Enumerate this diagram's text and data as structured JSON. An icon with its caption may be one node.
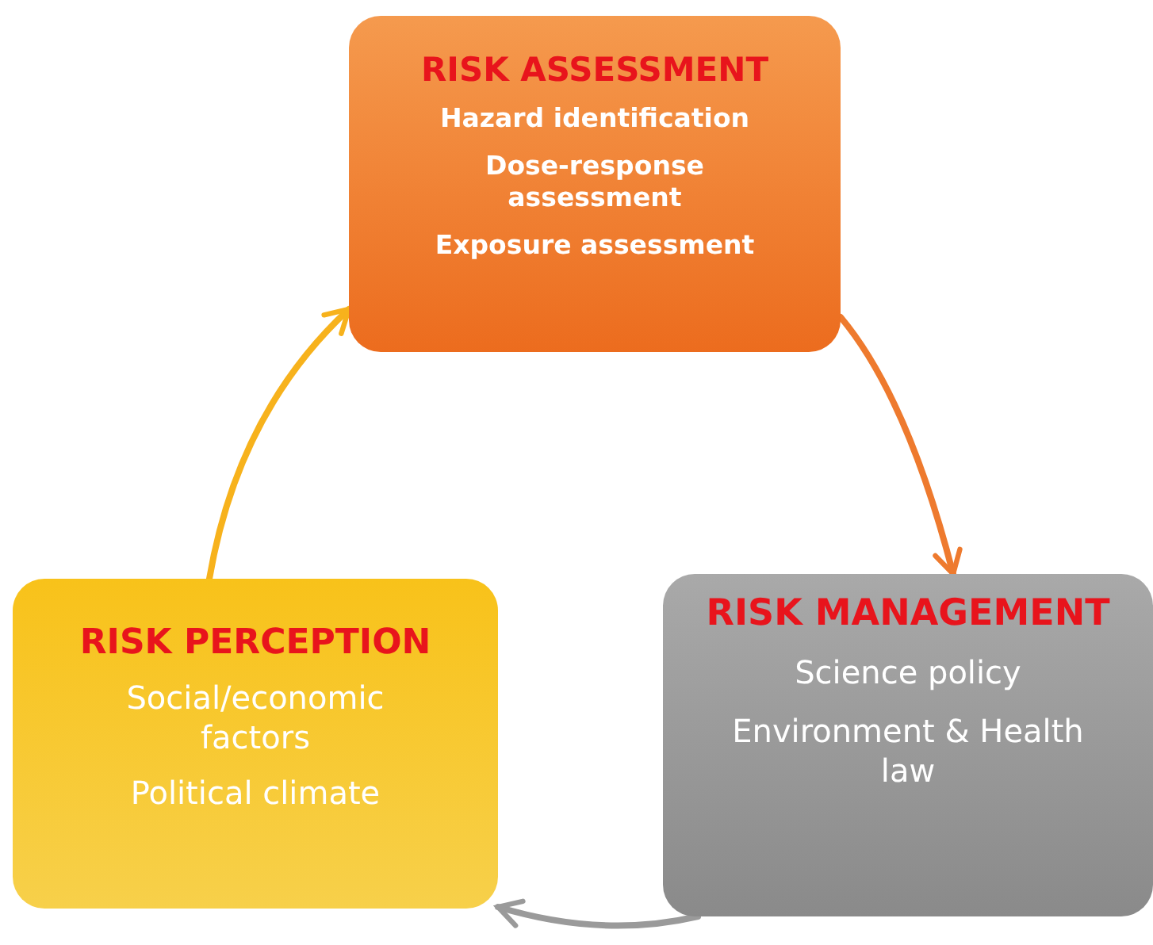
{
  "diagram": {
    "nodes": [
      {
        "text": [
          "RISK ASSESSMENT",
          "Hazard identification",
          "Dose-response assessment",
          "Exposure assessment"
        ]
      },
      {
        "text": [
          "RISK MANAGEMENT",
          "Science policy",
          "Environment & Health law"
        ]
      },
      {
        "text": [
          "RISK PERCEPTION",
          "Social/economic factors",
          "Political climate"
        ]
      }
    ],
    "edges": [
      {
        "from": 0,
        "to": 1,
        "arrow": "to",
        "color": "#ee7a2e"
      },
      {
        "from": 1,
        "to": 2,
        "arrow": "to",
        "color": "#9a9a9a"
      },
      {
        "from": 2,
        "to": 0,
        "arrow": "to",
        "color": "#f7b21c"
      }
    ]
  }
}
